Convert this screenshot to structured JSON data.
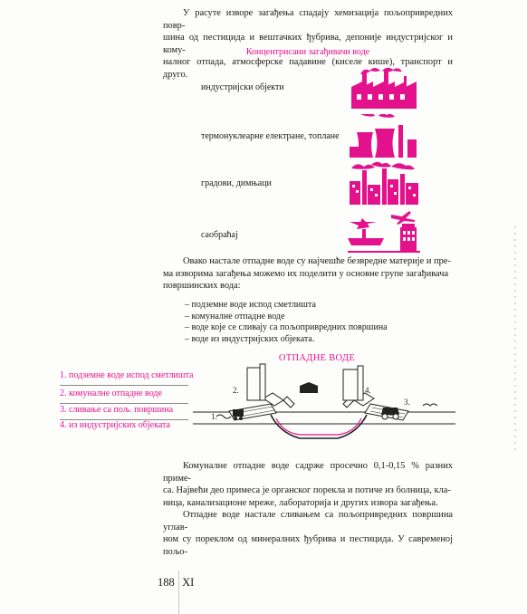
{
  "paragraph1": [
    "У расуте изворе загађења спадају хемизација пољопривредних површина од пестицида и вештачких ђубрива, депоније индустријског и комуналног отпада, атмосферске падавине (киселе кише), транспорт и друго."
  ],
  "paragraph1_lines": [
    "У расуте изворе загађења спадају хемизација пољопривредних повр-",
    "шина од пестицида и вештачких ђубрива, депоније индустријског и кому-",
    "налног отпада, атмосферске падавине (киселе кише), транспорт и друго."
  ],
  "pollutant_section": {
    "title": "Концентрисани загађивачи воде",
    "items": [
      {
        "label": "индустријски објекти",
        "icon": "factory-icon"
      },
      {
        "label": "термонуклеарне електране, топлане",
        "icon": "power-plant-icon"
      },
      {
        "label": "градови, димњаци",
        "icon": "city-chimneys-icon"
      },
      {
        "label": "саобраћај",
        "icon": "traffic-icon"
      }
    ]
  },
  "paragraph2_lines": [
    "Овако настале отпадне воде су најчешће безвредне материје и пре-",
    "ма изворима загађења можемо их поделити у основне групе загађивача",
    "површинских вода:"
  ],
  "groups_list": [
    "– подземне воде испод сметлишта",
    "– комуналне отпадне воде",
    "– воде које се сливају са пољопривредних површина",
    "– воде из индустријских објеката."
  ],
  "wastewater_section": {
    "title": "ОТПАДНЕ ВОДЕ",
    "legend": [
      "1. подземне воде испод сметлишта",
      "2. комуналне отпадне воде",
      "3. сливање са пољ. површина",
      "4. из индустријских објеката"
    ],
    "diagram_numbers": [
      "1.",
      "2.",
      "3.",
      "4."
    ]
  },
  "paragraph3_lines": [
    "Комуналне отпадне воде садрже просечно 0,1-0,15 % разних приме-",
    "са. Највећи део примеса је органског порекла и потиче из болница, кла-",
    "ница, канализационе мреже, лабораторија и других извора загађења.",
    "Отпадне воде настале сливањем са пољопривредних површина углав-",
    "ном су пореклом од минералних ђубрива и пестицида. У савременој пољо-"
  ],
  "footer": {
    "page_number": "188",
    "section": "XI"
  },
  "colors": {
    "accent": "#e4118d",
    "text": "#1a1a1a"
  }
}
